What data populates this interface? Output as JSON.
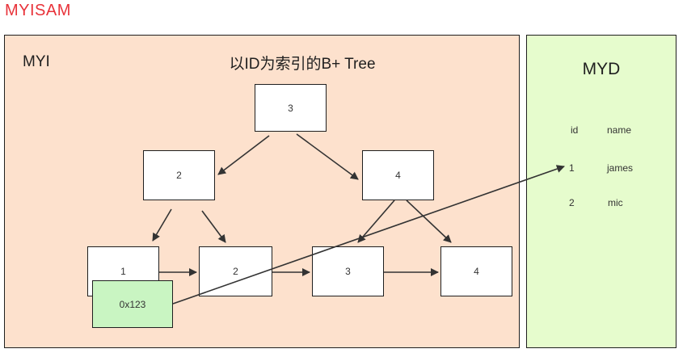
{
  "title": "MYISAM",
  "myi": {
    "label": "MYI",
    "heading": "以ID为索引的B+ Tree",
    "root": "3",
    "internal_left": "2",
    "internal_right": "4",
    "leaves": [
      "1",
      "2",
      "3",
      "4"
    ],
    "pointer": "0x123"
  },
  "myd": {
    "label": "MYD",
    "columns": [
      "id",
      "name"
    ],
    "rows": [
      [
        "1",
        "james"
      ],
      [
        "2",
        "mic"
      ]
    ]
  },
  "colors": {
    "title": "#e8333a",
    "myi_bg": "#fde1cd",
    "myd_bg": "#e6fccd",
    "pointer_bg": "#c9f5c2"
  }
}
